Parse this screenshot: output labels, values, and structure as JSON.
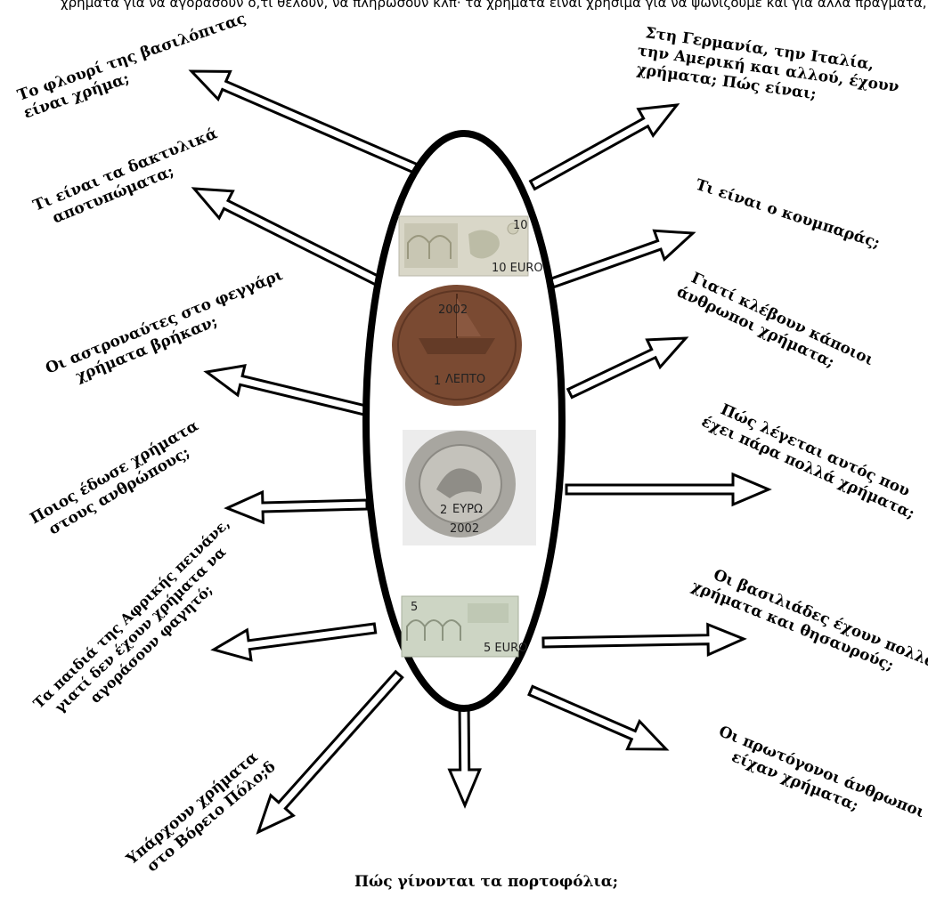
{
  "top_cut_text": "χρήματα για να αγοράσουν ό,τι θέλουν, να πληρώσουν κλπ· τα χρήματα είναι χρήσιμα για να ψωνίζουμε και για άλλα πράγματα, γ. επ. ρ.",
  "questions": {
    "vasilopita": [
      "Το φλουρί της βασιλόπιτας",
      "είναι χρήμα;"
    ],
    "fingerprints": [
      "Τι είναι τα δακτυλικά",
      "αποτυπώματα;"
    ],
    "astronauts": [
      "Οι αστροναύτες στο φεγγάρι",
      "χρήματα βρήκαν;"
    ],
    "who_gave": [
      "Ποιος έδωσε χρήματα",
      "στους ανθρώπους;"
    ],
    "africa": [
      "Τα παιδιά της Αφρικής πεινάνε,",
      "γιατί δεν έχουν χρήματα να",
      "αγοράσουν φαγητό;"
    ],
    "north_pole": [
      "Υπάρχουν χρήματα",
      "στο Βόρειο Πόλο;δ"
    ],
    "wallets": [
      "Πώς γίνονται τα πορτοφόλια;"
    ],
    "germany": [
      "Στη Γερμανία, την Ιταλία,",
      "την Αμερική και αλλού, έχουν",
      "χρήματα; Πώς είναι;"
    ],
    "piggybank": [
      "Τι είναι ο κουμπαράς;"
    ],
    "steal": [
      "Γιατί κλέβουν κάποιοι",
      "άνθρωποι χρήματα;"
    ],
    "rich": [
      "Πώς λέγεται αυτός που",
      "έχει πάρα πολλά χρήματα;"
    ],
    "kings": [
      "Οι βασιλιάδες έχουν πολλά",
      "χρήματα και θησαυρούς;"
    ],
    "primitive": [
      "Οι πρωτόγονοι άνθρωποι",
      "είχαν χρήματα;"
    ]
  },
  "money_images": {
    "note10": {
      "value": "10",
      "label": "10 EURO"
    },
    "coin1": {
      "value": "1",
      "label": "ΛΕΠΤΟ",
      "year": "2002"
    },
    "coin2": {
      "value": "2",
      "label": "ΕΥΡΩ",
      "year": "2002"
    },
    "note5": {
      "value": "5",
      "label": "5 EURO"
    }
  },
  "colors": {
    "outline": "#000000",
    "arrow_fill": "#ffffff",
    "copper": "#7a4a32",
    "silver": "#a8a6a0",
    "note10": "#d9d7c8",
    "note5": "#cdd5c4"
  }
}
